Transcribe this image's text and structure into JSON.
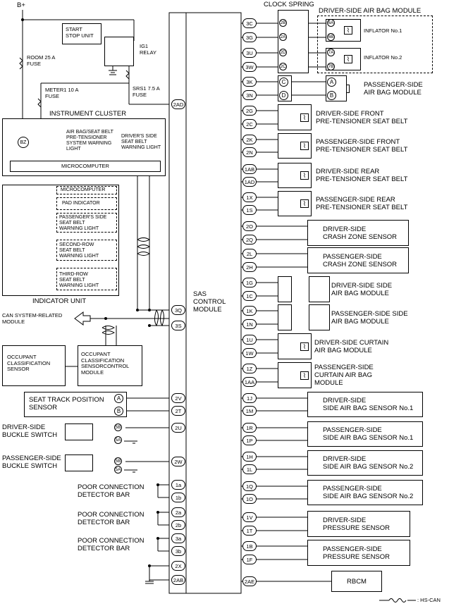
{
  "power": "B+",
  "fuses": {
    "room": "ROOM 25 A\nFUSE",
    "meter": "METER1 10 A\nFUSE",
    "srs": "SRS1 7.5 A\nFUSE"
  },
  "start_stop_unit": "START\nSTOP UNIT",
  "ig1_relay": "IG1\nRELAY",
  "instrument_cluster": {
    "title": "INSTRUMENT CLUSTER",
    "buzzer": "BZ",
    "airbag_light": "AIR BAG/SEAT BELT\nPRE-TENSIONER\nSYSTEM WARNING\nLIGHT",
    "seatbelt_light": "DRIVER'S SIDE\nSEAT BELT\nWARNING LIGHT",
    "microcomputer": "MICROCOMPUTER"
  },
  "indicator_unit": {
    "title": "INDICATOR UNIT",
    "microcomputer": "MICROCOMPUTER",
    "items": [
      "PAD INDICATOR",
      "PASSENGER'S SIDE\nSEAT BELT\nWARNING LIGHT",
      "SECOND-ROW\nSEAT BELT\nWARNING LIGHT",
      "THIRD-ROW\nSEAT BELT\nWARNING LIGHT"
    ]
  },
  "can_module": "CAN SYSTEM-RELATED\nMODULE",
  "occupant_sensor": "OCCUPANT\nCLASSIFICATION\nSENSOR",
  "occupant_module": "OCCUPANT\nCLASSIFICATION\nSENSORCONTROL\nMODULE",
  "seat_track_sensor": "SEAT TRACK POSITION\nSENSOR",
  "buckle_switches": {
    "driver": "DRIVER-SIDE\nBUCKLE SWITCH",
    "passenger": "PASSENGER-SIDE\nBUCKLE SWITCH"
  },
  "poor_connection_label": "POOR CONNECTION\nDETECTOR BAR",
  "sas_module": "SAS\nCONTROL\nMODULE",
  "left_pins": {
    "p2AD": "2AD",
    "p3Q": "3Q",
    "p3S": "3S",
    "p2V": "2V",
    "p2T": "2T",
    "p2U": "2U",
    "p2W": "2W",
    "p1a": "1a",
    "p1b": "1b",
    "p2a": "2a",
    "p2b": "2b",
    "p3a": "3a",
    "p3b": "3b",
    "p2X": "2X",
    "p2AB": "2AB"
  },
  "connector_letters": {
    "A": "A",
    "B": "B",
    "C": "C",
    "D": "D",
    "1A": "1A",
    "1B": "1B",
    "5B": "5B",
    "5A": "5A",
    "6A": "6A",
    "6B": "6B",
    "7A": "7A",
    "7B": "7B",
    "2A": "2A",
    "2B": "2B",
    "2C": "2C",
    "2D": "2D"
  },
  "clock_spring": "CLOCK SPRING",
  "driver_airbag_module": "DRIVER-SIDE AIR BAG MODULE",
  "inflators": [
    "INFLATOR No.1",
    "INFLATOR No.2"
  ],
  "right_components": [
    {
      "name": "PASSENGER-SIDE\nAIR BAG MODULE",
      "pins": [
        "3K",
        "3N"
      ]
    },
    {
      "name": "DRIVER-SIDE FRONT\nPRE-TENSIONER SEAT BELT",
      "pins": [
        "2G",
        "2C"
      ]
    },
    {
      "name": "PASSENGER-SIDE FRONT\nPRE-TENSIONER SEAT BELT",
      "pins": [
        "2K",
        "2N"
      ]
    },
    {
      "name": "DRIVER-SIDE REAR\nPRE-TENSIONER SEAT BELT",
      "pins": [
        "1AB",
        "1AD"
      ]
    },
    {
      "name": "PASSENGER-SIDE REAR\nPRE-TENSIONER SEAT BELT",
      "pins": [
        "1X",
        "1S"
      ]
    },
    {
      "name": "DRIVER-SIDE\nCRASH ZONE SENSOR",
      "pins": [
        "2O",
        "2Q"
      ]
    },
    {
      "name": "PASSENGER-SIDE\nCRASH ZONE SENSOR",
      "pins": [
        "2L",
        "2H"
      ]
    },
    {
      "name": "DRIVER-SIDE SIDE\nAIR BAG MODULE",
      "pins": [
        "1G",
        "1C"
      ]
    },
    {
      "name": "PASSENGER-SIDE SIDE\nAIR BAG MODULE",
      "pins": [
        "1K",
        "1N"
      ]
    },
    {
      "name": "DRIVER-SIDE CURTAIN\nAIR BAG MODULE",
      "pins": [
        "1U",
        "1W"
      ]
    },
    {
      "name": "PASSENGER-SIDE\nCURTAIN AIR BAG\nMODULE",
      "pins": [
        "1Z",
        "1AA"
      ]
    },
    {
      "name": "DRIVER-SIDE\nSIDE AIR BAG SENSOR No.1",
      "pins": [
        "1J",
        "1M"
      ]
    },
    {
      "name": "PASSENGER-SIDE\nSIDE AIR BAG SENSOR No.1",
      "pins": [
        "1R",
        "1P"
      ]
    },
    {
      "name": "DRIVER-SIDE\nSIDE AIR BAG SENSOR No.2",
      "pins": [
        "1H",
        "1L"
      ]
    },
    {
      "name": "PASSENGER-SIDE\nSIDE AIR BAG SENSOR No.2",
      "pins": [
        "1Q",
        "1O"
      ]
    },
    {
      "name": "DRIVER-SIDE\nPRESSURE SENSOR",
      "pins": [
        "1V",
        "1T"
      ]
    },
    {
      "name": "PASSENGER-SIDE\nPRESSURE SENSOR",
      "pins": [
        "1B",
        "1F"
      ]
    }
  ],
  "top_pins": [
    "3C",
    "3G",
    "3U",
    "3W"
  ],
  "rbcm": {
    "name": "RBCM",
    "pin": "2AE"
  },
  "legend": ": HS-CAN"
}
